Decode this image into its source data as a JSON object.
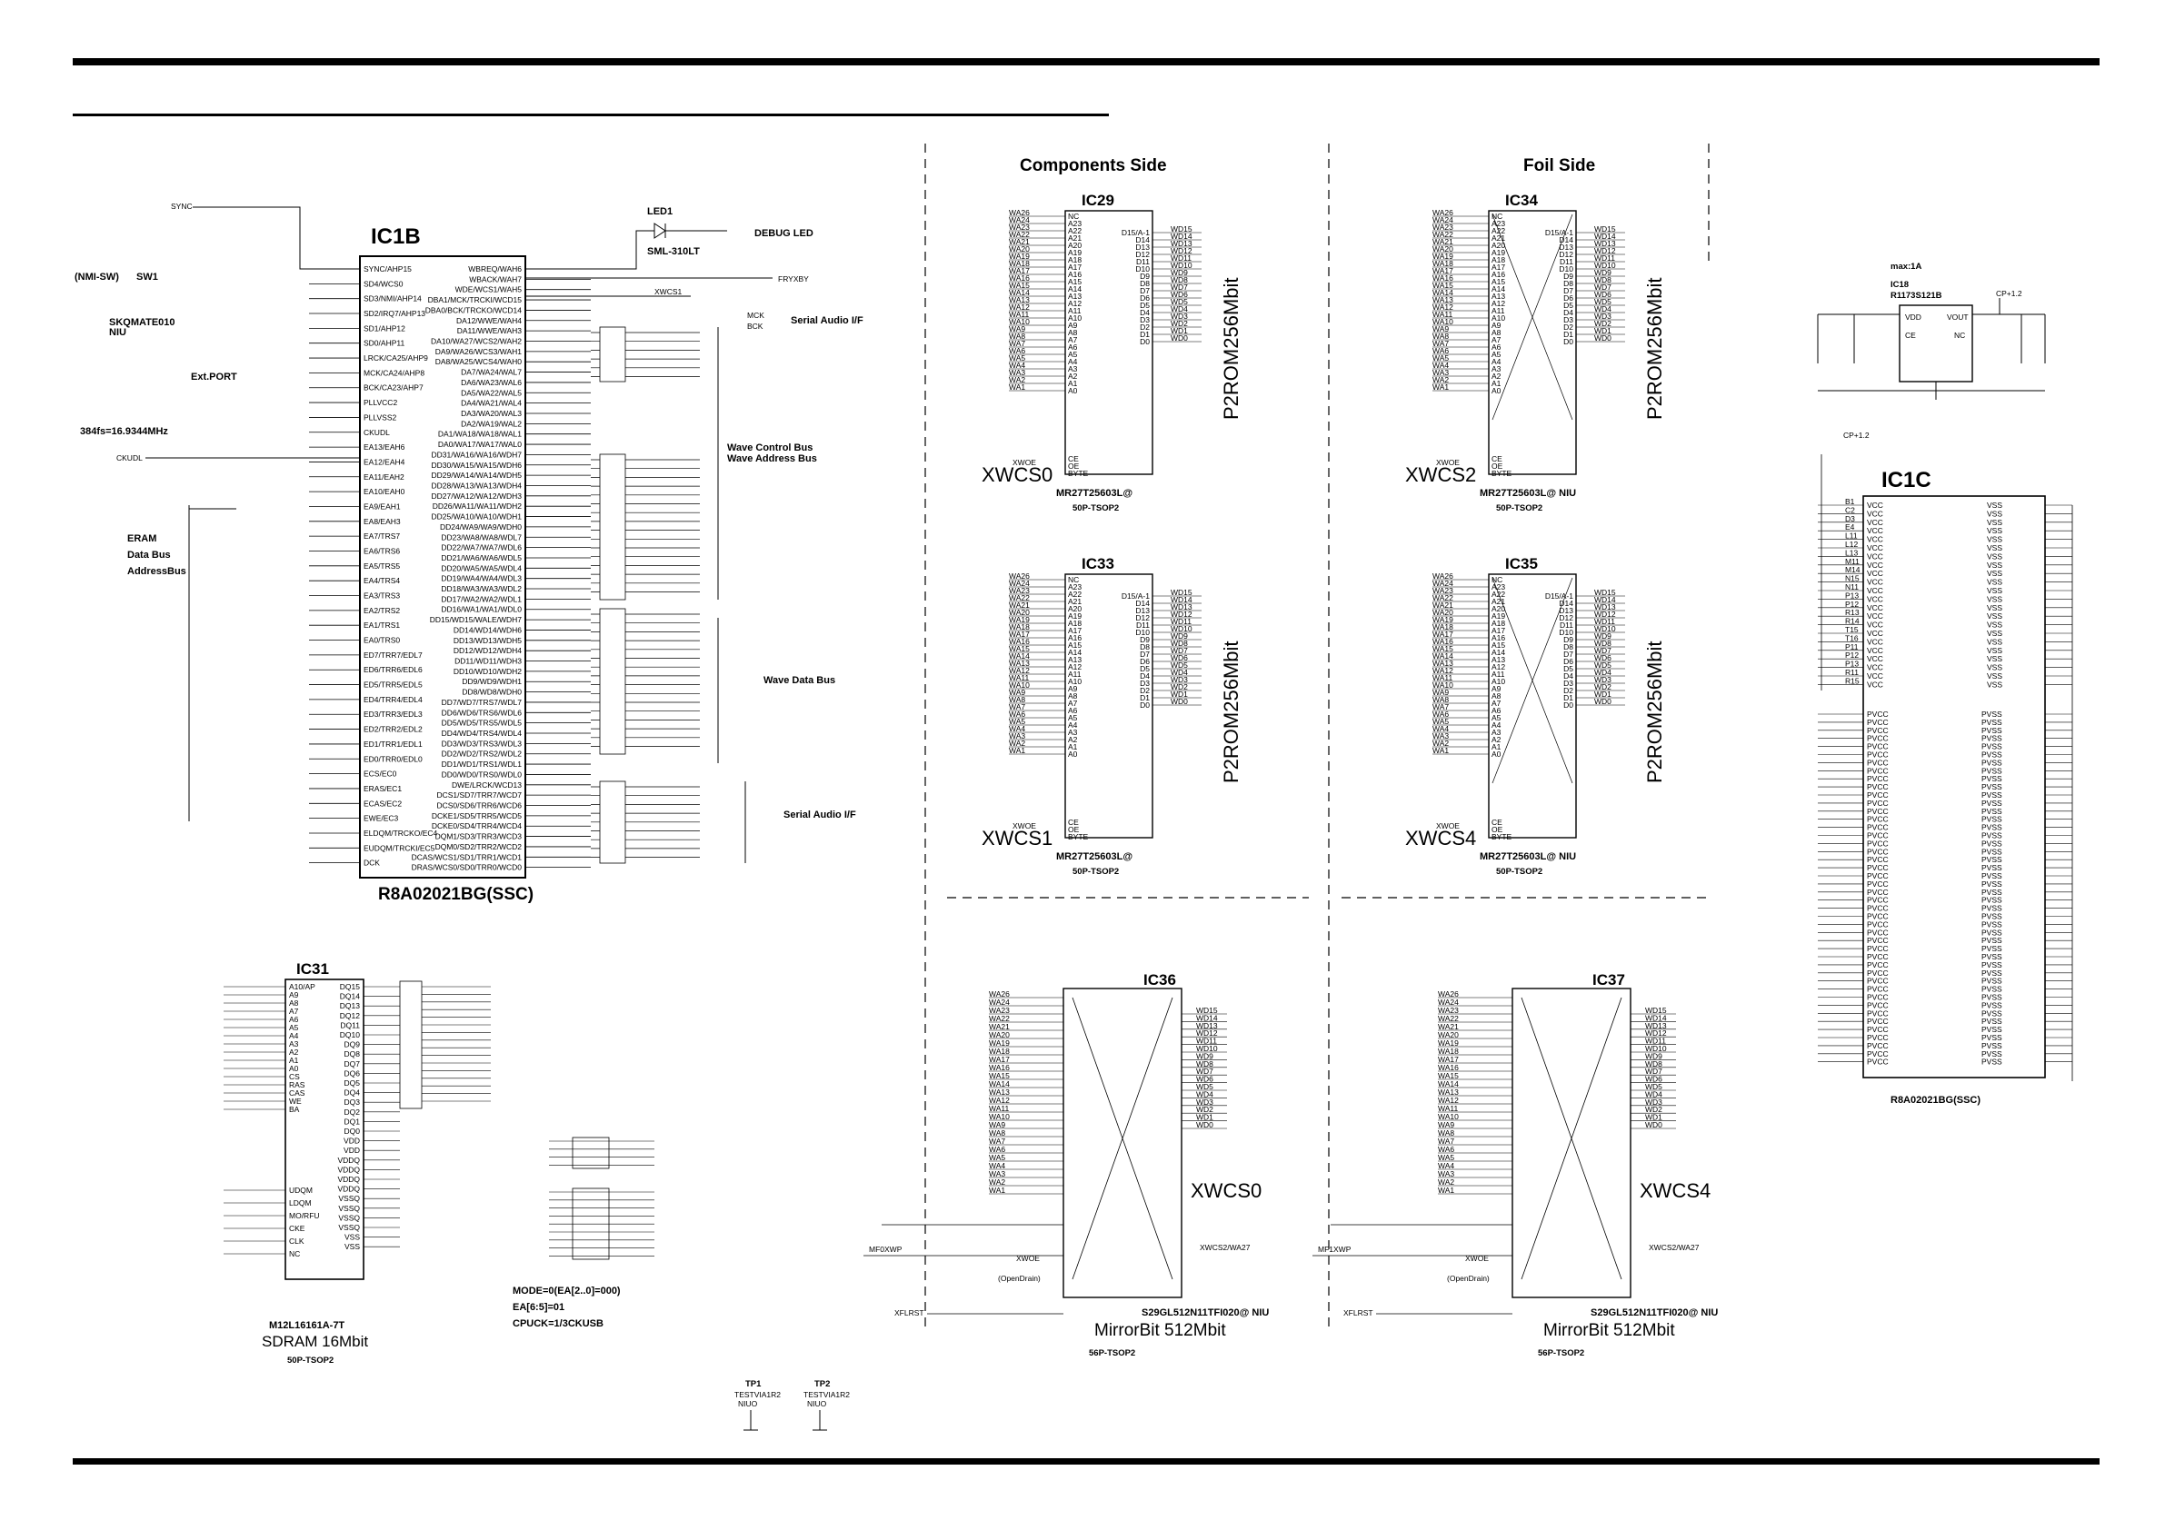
{
  "ic1b": {
    "name": "IC1B",
    "part": "R8A02021BG(SSC)",
    "left_pins": [
      "SYNC/AHP15",
      "SD4/WCS0",
      "SD3/NMI/AHP14",
      "SD2/IRQ7/AHP13",
      "SD1/AHP12",
      "SD0/AHP11",
      "LRCK/CA25/AHP9",
      "MCK/CA24/AHP8",
      "BCK/CA23/AHP7",
      "PLLVCC2",
      "PLLVSS2",
      "CKUDL",
      "EA13/EAH6",
      "EA12/EAH4",
      "EA11/EAH2",
      "EA10/EAH0",
      "EA9/EAH1",
      "EA8/EAH3",
      "EA7/TRS7",
      "EA6/TRS6",
      "EA5/TRS5",
      "EA4/TRS4",
      "EA3/TRS3",
      "EA2/TRS2",
      "EA1/TRS1",
      "EA0/TRS0",
      "ED7/TRR7/EDL7",
      "ED6/TRR6/EDL6",
      "ED5/TRR5/EDL5",
      "ED4/TRR4/EDL4",
      "ED3/TRR3/EDL3",
      "ED2/TRR2/EDL2",
      "ED1/TRR1/EDL1",
      "ED0/TRR0/EDL0",
      "ECS/EC0",
      "ERAS/EC1",
      "ECAS/EC2",
      "EWE/EC3",
      "ELDQM/TRCKO/EC4",
      "EUDQM/TRCKI/EC5",
      "DCK"
    ],
    "right_pins": [
      "WBREQ/WAH6",
      "WBACK/WAH7",
      "WDE/WCS1/WAH5",
      "DBA1/MCK/TRCKI/WCD15",
      "DBA0/BCK/TRCKO/WCD14",
      "DA12/WWE/WAH4",
      "DA11/WWE/WAH3",
      "DA10/WA27/WCS2/WAH2",
      "DA9/WA26/WCS3/WAH1",
      "DA8/WA25/WCS4/WAH0",
      "DA7/WA24/WAL7",
      "DA6/WA23/WAL6",
      "DA5/WA22/WAL5",
      "DA4/WA21/WAL4",
      "DA3/WA20/WAL3",
      "DA2/WA19/WAL2",
      "DA1/WA18/WA18/WAL1",
      "DA0/WA17/WA17/WAL0",
      "DD31/WA16/WA16/WDH7",
      "DD30/WA15/WA15/WDH6",
      "DD29/WA14/WA14/WDH5",
      "DD28/WA13/WA13/WDH4",
      "DD27/WA12/WA12/WDH3",
      "DD26/WA11/WA11/WDH2",
      "DD25/WA10/WA10/WDH1",
      "DD24/WA9/WA9/WDH0",
      "DD23/WA8/WA8/WDL7",
      "DD22/WA7/WA7/WDL6",
      "DD21/WA6/WA6/WDL5",
      "DD20/WA5/WA5/WDL4",
      "DD19/WA4/WA4/WDL3",
      "DD18/WA3/WA3/WDL2",
      "DD17/WA2/WA2/WDL1",
      "DD16/WA1/WA1/WDL0",
      "DD15/WD15/WALE/WDH7",
      "DD14/WD14/WDH6",
      "DD13/WD13/WDH5",
      "DD12/WD12/WDH4",
      "DD11/WD11/WDH3",
      "DD10/WD10/WDH2",
      "DD9/WD9/WDH1",
      "DD8/WD8/WDH0",
      "DD7/WD7/TRS7/WDL7",
      "DD6/WD6/TRS6/WDL6",
      "DD5/WD5/TRS5/WDL5",
      "DD4/WD4/TRS4/WDL4",
      "DD3/WD3/TRS3/WDL3",
      "DD2/WD2/TRS2/WDL2",
      "DD1/WD1/TRS1/WDL1",
      "DD0/WD0/TRS0/WDL0",
      "DWE/LRCK/WCD13",
      "DCS1/SD7/TRR7/WCD7",
      "DCS0/SD6/TRR6/WCD6",
      "DCKE1/SD5/TRR5/WCD5",
      "DCKE0/SD4/TRR4/WCD4",
      "DQM1/SD3/TRR3/WCD3",
      "DQM0/SD2/TRR2/WCD2",
      "DCAS/WCS1/SD1/TRR1/WCD1",
      "DRAS/WCS0/SD0/TRR0/WCD0"
    ]
  },
  "labels": {
    "sync": "SYNC",
    "nmi_sw": "(NMI-SW)",
    "sw1": "SW1",
    "skqmate": "SKQMATE010",
    "niu": "NIU",
    "ext_port": "Ext.PORT",
    "freq": "384fs=16.9344MHz",
    "ckudl": "CKUDL",
    "eram": "ERAM",
    "data_bus": "Data Bus",
    "address_bus": "AddressBus",
    "led1": "LED1",
    "sml": "SML-310LT",
    "debug_led": "DEBUG LED",
    "fryxby": "FRYXBY",
    "xwcs1": "XWCS1",
    "mck": "MCK",
    "bck": "BCK",
    "serial_audio": "Serial Audio I/F",
    "serial_audio2": "Serial Audio I/F",
    "wave_control": "Wave Control Bus",
    "wave_address": "Wave Address Bus",
    "wave_data": "Wave Data Bus",
    "components_side": "Components Side",
    "foil_side": "Foil Side",
    "mode1": "MODE=0(EA[2..0]=000)",
    "mode2": "EA[6:5]=01",
    "mode3": "CPUCK=1/3CKUSB",
    "max1a": "max:1A",
    "ic18": "IC18",
    "ic18_part": "R1173S121B",
    "cp12": "CP+1.2",
    "tp1": "TP1",
    "tp2": "TP2",
    "testvia": "TESTVIA1R2",
    "niuo": "NIUO",
    "mf0xwp": "MF0XWP",
    "mf1xwp": "MF1XWP",
    "xflrst": "XFLRST",
    "opendrain": "(OpenDrain)",
    "xwcs2wa27": "XWCS2/WA27"
  },
  "roms": [
    {
      "name": "IC29",
      "part": "MR27T25603L@",
      "pkg": "50P-TSOP2",
      "desc": "P2ROM256Mbit",
      "cs": "XWCS0"
    },
    {
      "name": "IC34",
      "part": "MR27T25603L@ NIU",
      "pkg": "50P-TSOP2",
      "desc": "P2ROM256Mbit",
      "cs": "XWCS2"
    },
    {
      "name": "IC33",
      "part": "MR27T25603L@",
      "pkg": "50P-TSOP2",
      "desc": "P2ROM256Mbit",
      "cs": "XWCS1"
    },
    {
      "name": "IC35",
      "part": "MR27T25603L@ NIU",
      "pkg": "50P-TSOP2",
      "desc": "P2ROM256Mbit",
      "cs": "XWCS4"
    }
  ],
  "flashes": [
    {
      "name": "IC36",
      "part": "S29GL512N11TFI020@ NIU",
      "desc": "MirrorBit  512Mbit",
      "pkg": "56P-TSOP2",
      "cs": "XWCS0"
    },
    {
      "name": "IC37",
      "part": "S29GL512N11TFI020@ NIU",
      "desc": "MirrorBit  512Mbit",
      "pkg": "56P-TSOP2",
      "cs": "XWCS4"
    }
  ],
  "ic31": {
    "name": "IC31",
    "part": "M12L16161A-7T",
    "desc": "SDRAM 16Mbit",
    "pkg": "50P-TSOP2",
    "left_pins": [
      "A10/AP",
      "A9",
      "A8",
      "A7",
      "A6",
      "A5",
      "A4",
      "A3",
      "A2",
      "A1",
      "A0",
      "CS",
      "RAS",
      "CAS",
      "WE",
      "BA",
      "UDQM",
      "LDQM",
      "MO/RFU",
      "CKE",
      "CLK",
      "NC"
    ],
    "right_pins": [
      "DQ15",
      "DQ14",
      "DQ13",
      "DQ12",
      "DQ11",
      "DQ10",
      "DQ9",
      "DQ8",
      "DQ7",
      "DQ6",
      "DQ5",
      "DQ4",
      "DQ3",
      "DQ2",
      "DQ1",
      "DQ0",
      "VDD",
      "VDD",
      "VDDQ",
      "VDDQ",
      "VDDQ",
      "VDDQ",
      "VSSQ",
      "VSSQ",
      "VSSQ",
      "VSSQ",
      "VSS",
      "VSS"
    ]
  },
  "ic1c": {
    "name": "IC1C",
    "part": "R8A02021BG(SSC)",
    "pins_top": [
      "B1",
      "C2",
      "D3",
      "E4",
      "L11",
      "L12",
      "L13",
      "M11",
      "M14",
      "N15",
      "N11",
      "P13",
      "P12",
      "R13",
      "R14",
      "T15",
      "T16",
      "P11",
      "P12",
      "P13",
      "R11",
      "R15"
    ],
    "vcc": "VCC",
    "vss": "VSS",
    "pvcc": "PVCC",
    "pvss": "PVSS"
  },
  "rom_pins": {
    "left": [
      "NC",
      "A23",
      "A22",
      "A21",
      "A20",
      "A19",
      "A18",
      "A17",
      "A16",
      "A15",
      "A14",
      "A13",
      "A12",
      "A11",
      "A10",
      "A9",
      "A8",
      "A7",
      "A6",
      "A5",
      "A4",
      "A3",
      "A2",
      "A1",
      "A0"
    ],
    "right": [
      "D15/A-1",
      "D14",
      "D13",
      "D12",
      "D11",
      "D10",
      "D9",
      "D8",
      "D7",
      "D6",
      "D5",
      "D4",
      "D3",
      "D2",
      "D1",
      "D0"
    ],
    "wa": [
      "WA26",
      "WA24",
      "WA23",
      "WA22",
      "WA21",
      "WA20",
      "WA19",
      "WA18",
      "WA17",
      "WA16",
      "WA15",
      "WA14",
      "WA13",
      "WA12",
      "WA11",
      "WA10",
      "WA9",
      "WA8",
      "WA7",
      "WA6",
      "WA5",
      "WA4",
      "WA3",
      "WA2",
      "WA1"
    ],
    "wd": [
      "WD15",
      "WD14",
      "WD13",
      "WD12",
      "WD11",
      "WD10",
      "WD9",
      "WD8",
      "WD7",
      "WD6",
      "WD5",
      "WD4",
      "WD3",
      "WD2",
      "WD1",
      "WD0"
    ],
    "ctrl": [
      "CE",
      "OE",
      "BYTE"
    ],
    "xwoe": "XWOE"
  }
}
